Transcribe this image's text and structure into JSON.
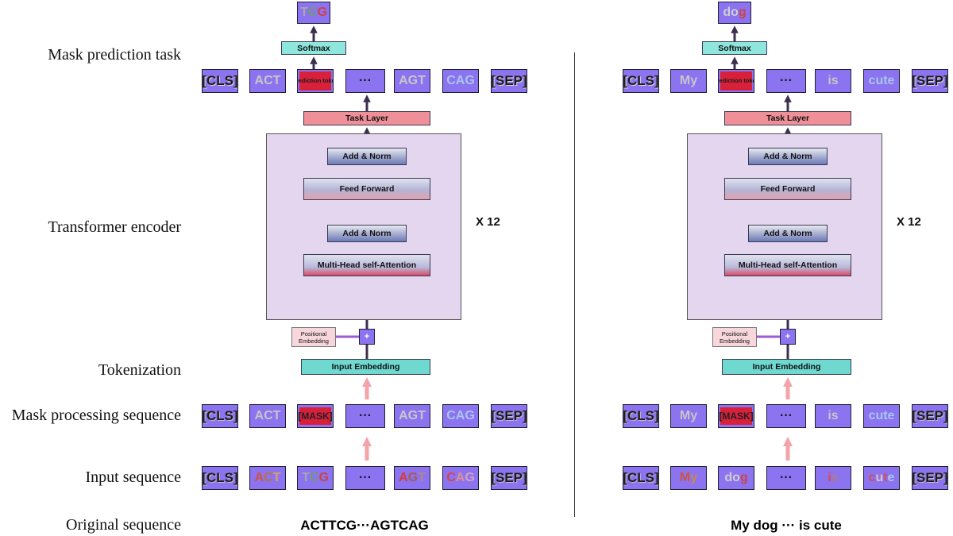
{
  "row_labels": {
    "mask_prediction": "Mask prediction task",
    "transformer_encoder": "Transformer encoder",
    "tokenization": "Tokenization",
    "mask_processing": "Mask processing sequence",
    "input_sequence": "Input sequence",
    "original_sequence": "Original sequence"
  },
  "blocks": {
    "softmax": "Softmax",
    "task_layer": "Task Layer",
    "add_norm": "Add  &  Norm",
    "feed_forward": "Feed Forward",
    "mha": "Multi-Head self-Attention",
    "input_embedding": "Input Embedding",
    "positional_embedding": "Positional Embedding",
    "plus": "+",
    "repeat": "X 12"
  },
  "colors": {
    "token_fill": "#8c73f0",
    "mask_red": "#d8203a",
    "encoder_fill": "#e3d6ee",
    "softmax": "#8ee6dd",
    "task_layer": "#ef8f98",
    "input_embedding": "#6fd9d0",
    "positional_embedding": "#f7d7dc",
    "up_arrow": "#f3a3aa",
    "residual_line": "#3d2f4e",
    "pos_link": "#9a5ad6"
  },
  "dna": {
    "original": "ACTTCG···AGTCAG",
    "output": "TCG",
    "pred_tokens": [
      "[CLS]",
      "ACT",
      "Prediction token",
      "···",
      "AGT",
      "CAG",
      "[SEP]"
    ],
    "mask_tokens": [
      "[CLS]",
      "ACT",
      "[MASK]",
      "···",
      "AGT",
      "CAG",
      "[SEP]"
    ],
    "input_tokens": [
      "[CLS]",
      "ACT",
      "TCG",
      "···",
      "AGT",
      "CAG",
      "[SEP]"
    ]
  },
  "text": {
    "original": "My dog ··· is cute",
    "output": "dog",
    "pred_tokens": [
      "[CLS]",
      "My",
      "Prediction token",
      "···",
      "is",
      "cute",
      "[SEP]"
    ],
    "mask_tokens": [
      "[CLS]",
      "My",
      "[MASK]",
      "···",
      "is",
      "cute",
      "[SEP]"
    ],
    "input_tokens": [
      "[CLS]",
      "My",
      "dog",
      "···",
      "is",
      "cute",
      "[SEP]"
    ]
  }
}
